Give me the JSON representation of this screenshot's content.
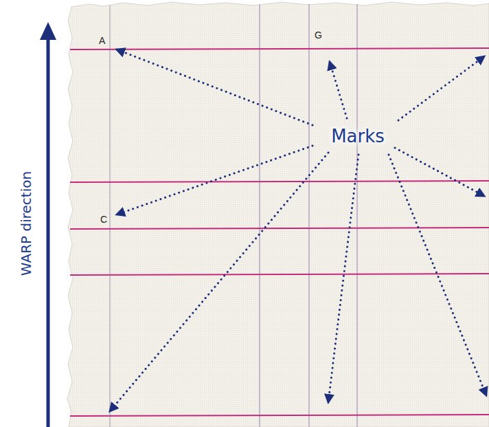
{
  "diagram": {
    "labels": [
      "WARP direction",
      "A",
      "G",
      "C",
      "Marks"
    ]
  }
}
